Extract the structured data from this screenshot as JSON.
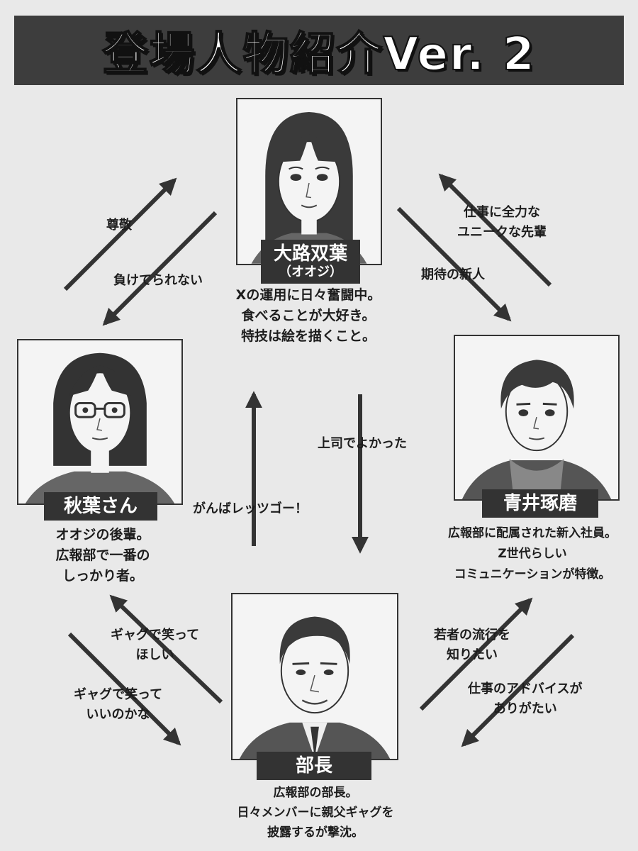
{
  "title": "登場人物紹介Ver. 2",
  "characters": {
    "ooji": {
      "name": "大路双葉",
      "reading": "（オオジ）",
      "desc": [
        "Xの運用に日々奮闘中。",
        "食べることが大好き。",
        "特技は絵を描くこと。"
      ]
    },
    "akiba": {
      "name": "秋葉さん",
      "desc": [
        "オオジの後輩。",
        "広報部で一番の",
        "しっかり者。"
      ]
    },
    "aoi": {
      "name": "青井琢磨",
      "desc": [
        "広報部に配属された新入社員。",
        "Z世代らしい",
        "コミュニケーションが特徴。"
      ]
    },
    "bucho": {
      "name": "部長",
      "desc": [
        "広報部の部長。",
        "日々メンバーに親父ギャグを",
        "披露するが撃沈。"
      ]
    }
  },
  "relations": {
    "akiba_to_ooji": [
      "尊敬"
    ],
    "ooji_to_akiba": [
      "負けてられない"
    ],
    "ooji_to_aoi": [
      "期待の新人"
    ],
    "aoi_to_ooji": [
      "仕事に全力な",
      "ユニークな先輩"
    ],
    "akiba_cheer": [
      "がんばレッツゴー！"
    ],
    "ooji_to_bucho": [
      "上司でよかった"
    ],
    "bucho_to_akiba": [
      "ギャグで笑って",
      "ほしい"
    ],
    "akiba_to_bucho": [
      "ギャグで笑って",
      "いいのかな"
    ],
    "bucho_to_aoi": [
      "若者の流行を",
      "知りたい"
    ],
    "aoi_to_bucho": [
      "仕事のアドバイスが",
      "ありがたい"
    ]
  },
  "icons": [
    "woman-long-hair-portrait",
    "woman-glasses-portrait",
    "young-man-hoodie-portrait",
    "middle-aged-man-suit-portrait",
    "arrow-icon"
  ],
  "colors": {
    "banner": "#3d3d3d",
    "nameplate": "#333333",
    "background": "#e9e9e9",
    "arrow": "#333333"
  }
}
